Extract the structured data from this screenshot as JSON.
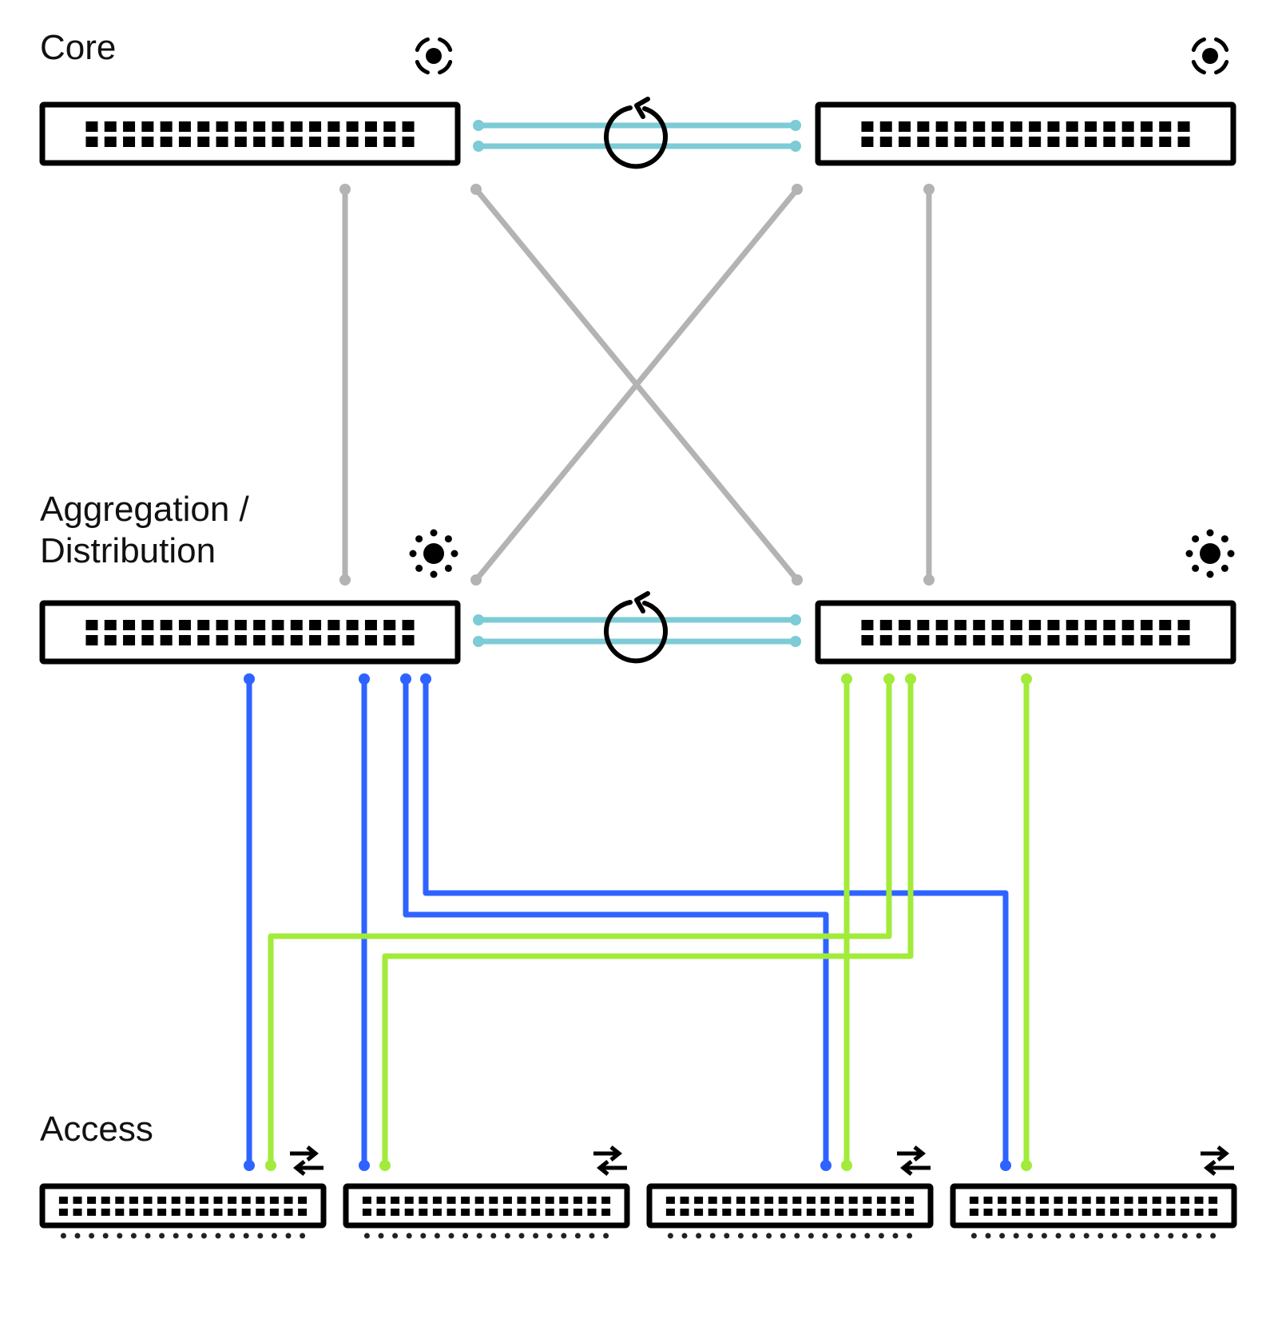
{
  "colors": {
    "background": "#ffffff",
    "device_stroke": "#000000",
    "core_uplink": "#b3b3b3",
    "stack_link": "#7ccbd6",
    "agg_a_link": "#2f63ff",
    "agg_b_link": "#a2eb3a",
    "client_cable": "#222222"
  },
  "layers": {
    "core": {
      "label": "Core",
      "icon": "radio-broadcast-icon"
    },
    "aggregation": {
      "label_line1": "Aggregation /",
      "label_line2": "Distribution",
      "icon": "sun-hub-icon"
    },
    "access": {
      "label": "Access",
      "icon": "swap-arrows-icon"
    }
  },
  "switches": {
    "core": [
      {
        "id": "core-1",
        "ports_per_row": 18,
        "rows": 2
      },
      {
        "id": "core-2",
        "ports_per_row": 18,
        "rows": 2
      }
    ],
    "aggregation": [
      {
        "id": "agg-1",
        "ports_per_row": 18,
        "rows": 2
      },
      {
        "id": "agg-2",
        "ports_per_row": 18,
        "rows": 2
      }
    ],
    "access": [
      {
        "id": "access-1",
        "ports_per_row": 18,
        "rows": 2,
        "client_cables": 18
      },
      {
        "id": "access-2",
        "ports_per_row": 18,
        "rows": 2,
        "client_cables": 18
      },
      {
        "id": "access-3",
        "ports_per_row": 18,
        "rows": 2,
        "client_cables": 18
      },
      {
        "id": "access-4",
        "ports_per_row": 18,
        "rows": 2,
        "client_cables": 18
      }
    ]
  },
  "links": {
    "core_stack": {
      "from": "core-1",
      "to": "core-2",
      "count": 2,
      "icon": "loop-redundancy-icon"
    },
    "agg_stack": {
      "from": "agg-1",
      "to": "agg-2",
      "count": 2,
      "icon": "loop-redundancy-icon"
    },
    "core_to_agg": [
      {
        "from": "core-1",
        "to": "agg-1"
      },
      {
        "from": "core-1",
        "to": "agg-2"
      },
      {
        "from": "core-2",
        "to": "agg-1"
      },
      {
        "from": "core-2",
        "to": "agg-2"
      }
    ],
    "agg_to_access": [
      {
        "from": "agg-1",
        "to": "access-1",
        "color": "agg_a_link"
      },
      {
        "from": "agg-1",
        "to": "access-2",
        "color": "agg_a_link"
      },
      {
        "from": "agg-1",
        "to": "access-3",
        "color": "agg_a_link"
      },
      {
        "from": "agg-1",
        "to": "access-4",
        "color": "agg_a_link"
      },
      {
        "from": "agg-2",
        "to": "access-1",
        "color": "agg_b_link"
      },
      {
        "from": "agg-2",
        "to": "access-2",
        "color": "agg_b_link"
      },
      {
        "from": "agg-2",
        "to": "access-3",
        "color": "agg_b_link"
      },
      {
        "from": "agg-2",
        "to": "access-4",
        "color": "agg_b_link"
      }
    ]
  }
}
